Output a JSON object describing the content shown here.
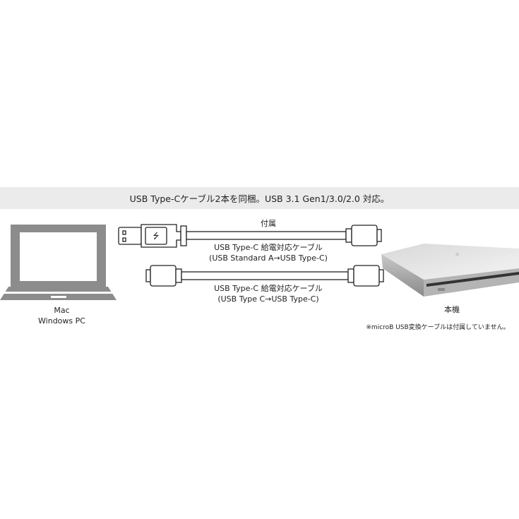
{
  "banner": {
    "text": "USB Type-Cケーブル2本を同梱。USB 3.1 Gen1/3.0/2.0 対応。"
  },
  "computer": {
    "line1": "Mac",
    "line2": "Windows PC"
  },
  "cable1": {
    "tag": "付属",
    "name": "USB Type-C 給電対応ケーブル",
    "spec": "(USB Standard A→USB Type-C)"
  },
  "cable2": {
    "name": "USB Type-C 給電対応ケーブル",
    "spec": "(USB Type C→USB Type-C)"
  },
  "device": {
    "label": "本機",
    "note": "※microB USB変換ケーブルは付属していません。"
  }
}
